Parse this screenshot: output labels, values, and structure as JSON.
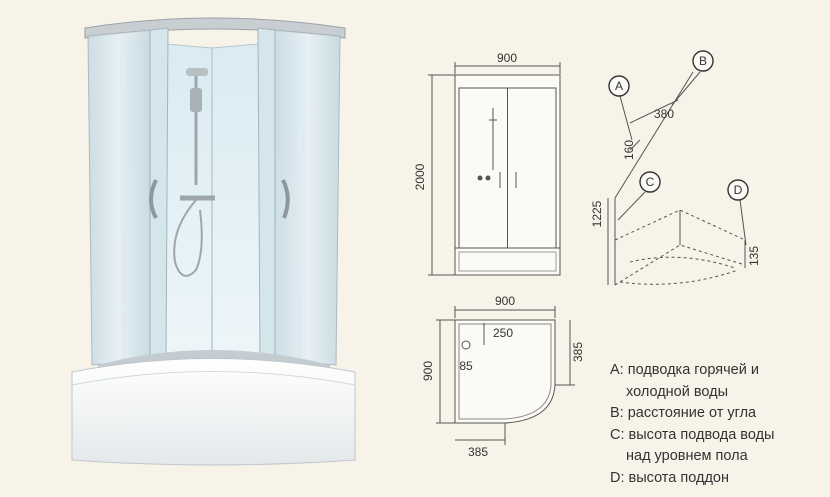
{
  "front_view": {
    "width": "900",
    "height": "2000"
  },
  "side_view": {
    "callouts": [
      "A",
      "B",
      "C",
      "D"
    ],
    "dims": {
      "b": "380",
      "a": "160",
      "c": "1225",
      "d": "135"
    }
  },
  "plan_view": {
    "width": "900",
    "left": "250",
    "right": "385",
    "hole": "85",
    "bottom": "385",
    "height": "900"
  },
  "legend": [
    {
      "key": "A",
      "line1": "A: подводка горячей и",
      "line2": "холодной воды"
    },
    {
      "key": "B",
      "line1": "B: расстояние от угла"
    },
    {
      "key": "C",
      "line1": "C: высота подвода воды",
      "line2": "над  уровнем пола"
    },
    {
      "key": "D",
      "line1": "D: высота поддон"
    }
  ]
}
